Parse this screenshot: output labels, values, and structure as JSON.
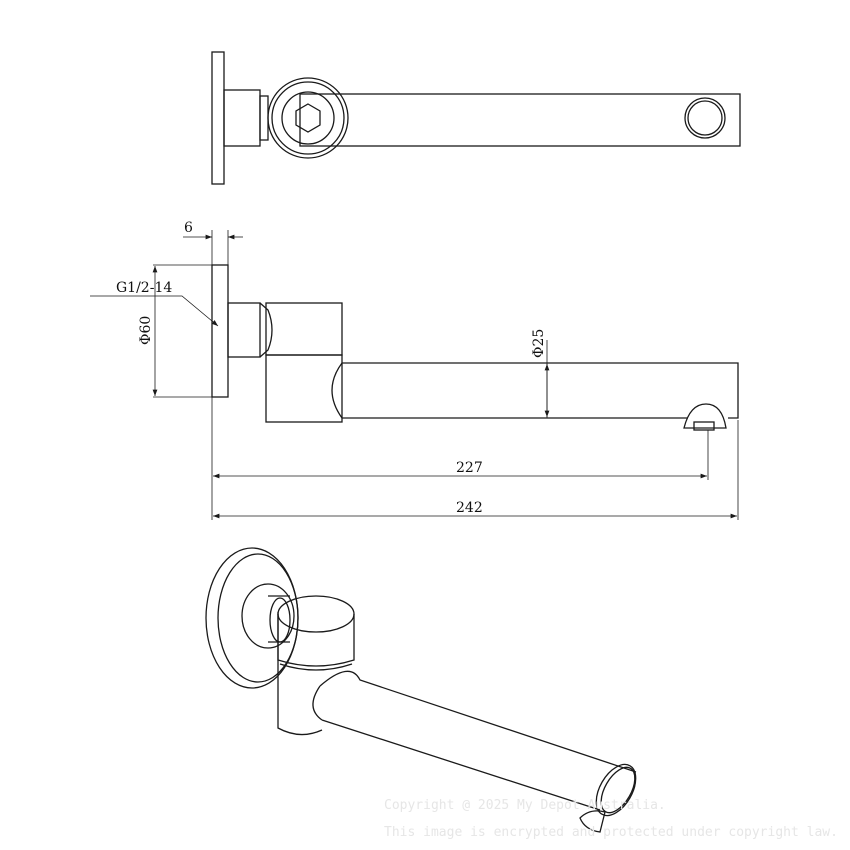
{
  "dimensions": {
    "plate_thickness": "6",
    "thread": "G1/2-14",
    "plate_diameter": "Φ60",
    "spout_diameter": "Φ25",
    "outlet_reach": "227",
    "overall_length": "242"
  },
  "watermark": {
    "line1": "Copyright @ 2025 My Depot Australia.",
    "line2": "This image is encrypted and protected under copyright law."
  }
}
